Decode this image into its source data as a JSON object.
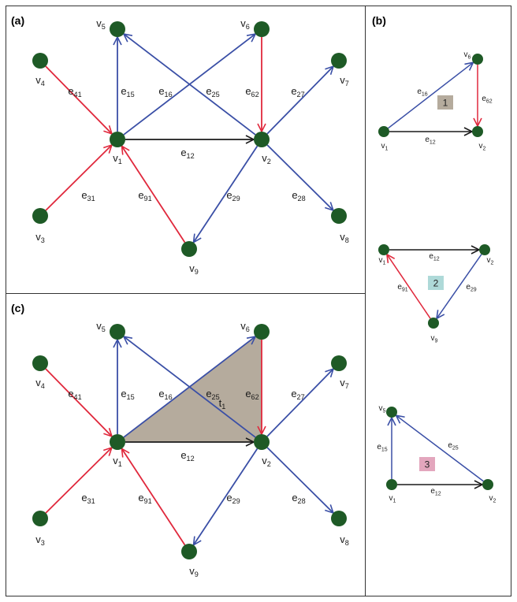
{
  "colors": {
    "node": "#1e5a26",
    "black_edge": "#1a1a1a",
    "red_edge": "#e0283c",
    "blue_edge": "#3a4fa6",
    "triangle_fill": "#b5ab9d",
    "badge_1": "#b5ab9d",
    "badge_2": "#aed9d8",
    "badge_3": "#e3a6bd",
    "frame": "#333333"
  },
  "panels": {
    "a": {
      "label": "(a)"
    },
    "b": {
      "label": "(b)"
    },
    "c": {
      "label": "(c)"
    }
  },
  "nodes": [
    "v_1",
    "v_2",
    "v_3",
    "v_4",
    "v_5",
    "v_6",
    "v_7",
    "v_8",
    "v_9"
  ],
  "edges": [
    {
      "id": "e_12",
      "from": "v_1",
      "to": "v_2",
      "color": "black"
    },
    {
      "id": "e_15",
      "from": "v_1",
      "to": "v_5",
      "color": "blue"
    },
    {
      "id": "e_16",
      "from": "v_1",
      "to": "v_6",
      "color": "blue"
    },
    {
      "id": "e_25",
      "from": "v_2",
      "to": "v_5",
      "color": "blue"
    },
    {
      "id": "e_27",
      "from": "v_2",
      "to": "v_7",
      "color": "blue"
    },
    {
      "id": "e_28",
      "from": "v_2",
      "to": "v_8",
      "color": "blue"
    },
    {
      "id": "e_29",
      "from": "v_2",
      "to": "v_9",
      "color": "blue"
    },
    {
      "id": "e_62",
      "from": "v_6",
      "to": "v_2",
      "color": "red"
    },
    {
      "id": "e_41",
      "from": "v_4",
      "to": "v_1",
      "color": "red"
    },
    {
      "id": "e_31",
      "from": "v_3",
      "to": "v_1",
      "color": "red"
    },
    {
      "id": "e_91",
      "from": "v_9",
      "to": "v_1",
      "color": "red"
    }
  ],
  "triangle": {
    "label": "t_1"
  },
  "subgraphs": [
    {
      "badge": "1",
      "nodes": [
        "v_1",
        "v_6",
        "v_2"
      ],
      "edges": [
        "e_16",
        "e_62",
        "e_12"
      ]
    },
    {
      "badge": "2",
      "nodes": [
        "v_1",
        "v_2",
        "v_9"
      ],
      "edges": [
        "e_12",
        "e_29",
        "e_91"
      ]
    },
    {
      "badge": "3",
      "nodes": [
        "v_5",
        "v_1",
        "v_2"
      ],
      "edges": [
        "e_15",
        "e_25",
        "e_12"
      ]
    }
  ]
}
